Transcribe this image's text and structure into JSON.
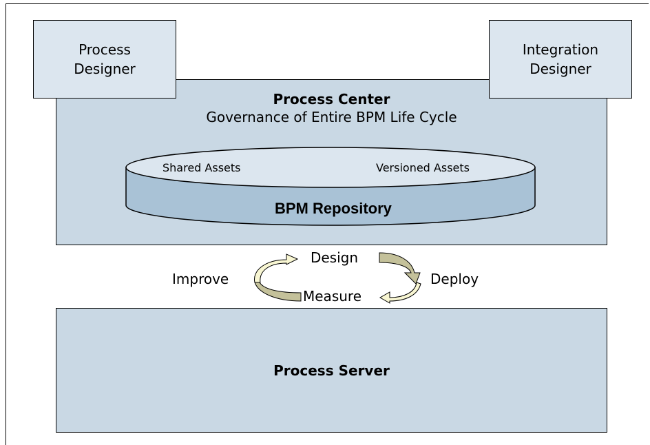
{
  "process_designer": {
    "line1": "Process",
    "line2": "Designer"
  },
  "integration_designer": {
    "line1": "Integration",
    "line2": "Designer"
  },
  "process_center": {
    "title": "Process Center",
    "subtitle": "Governance of Entire BPM Life Cycle"
  },
  "repository": {
    "shared": "Shared Assets",
    "versioned": "Versioned Assets",
    "title": "BPM Repository"
  },
  "cycle": {
    "design": "Design",
    "deploy": "Deploy",
    "measure": "Measure",
    "improve": "Improve"
  },
  "process_server": {
    "title": "Process Server"
  },
  "colors": {
    "box_light": "#dce6ef",
    "box_fill": "#c9d8e4",
    "cylinder_top": "#dce6ef",
    "cylinder_side": "#a9c2d6",
    "arrow_light": "#f8f6d2",
    "arrow_dark": "#c4c19a"
  }
}
